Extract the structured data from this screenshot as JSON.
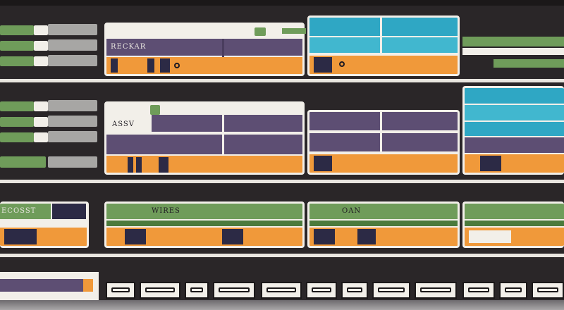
{
  "illustration": {
    "labels": {
      "unit_top": "RECKAR",
      "unit_mid": "ASSV",
      "unit_bottom_left": "ECOSST",
      "unit_bottom_mid": "WIRES",
      "unit_bottom_right": "OAN"
    }
  },
  "colors": {
    "background": "#2a2628",
    "purple": "#5d4e73",
    "orange": "#f0993a",
    "teal": "#2fa7c4",
    "green": "#6f9c5a",
    "cream": "#f2efe9"
  }
}
